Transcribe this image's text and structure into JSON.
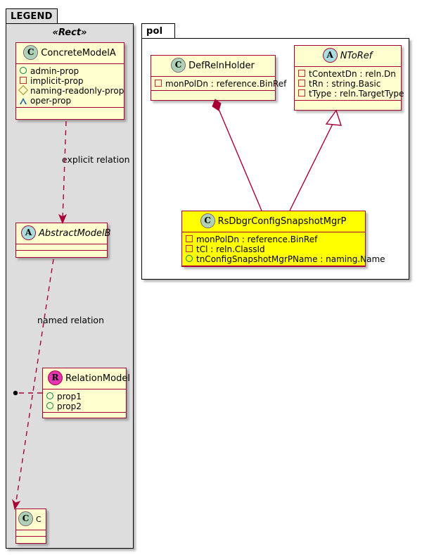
{
  "diagram": {
    "type": "uml-class-diagram",
    "colors": {
      "class_border": "#A80036",
      "class_fill": "#FEFECE",
      "highlight_fill": "#FFFF00",
      "package_fill_legend": "#DDDDDD",
      "package_fill_pol": "#FFFFFF",
      "package_border": "#000000",
      "link": "#A80036",
      "badge_class": "#ADD1B2",
      "badge_abstract": "#A9DCDF",
      "badge_relation": "#E335B6",
      "marker_admin": "#038048",
      "marker_implicit": "#C82930",
      "marker_naming": "#B38D22",
      "marker_oper": "#1963A0"
    }
  },
  "packages": [
    {
      "id": "legend",
      "name": "LEGEND"
    },
    {
      "id": "pol",
      "name": "pol"
    }
  ],
  "legend": {
    "name": "LEGEND",
    "stereotype": "«Rect»",
    "classes": [
      {
        "id": "ConcreteModelA",
        "name": "ConcreteModelA",
        "badge": "C",
        "badge_kind": "class",
        "italic": false,
        "attributes": [
          {
            "marker": "circle",
            "marker_name": "admin-prop-marker",
            "text": "admin-prop"
          },
          {
            "marker": "square",
            "marker_name": "implicit-prop-marker",
            "text": "implicit-prop"
          },
          {
            "marker": "diamond",
            "marker_name": "naming-readonly-prop-marker",
            "text": "naming-readonly-prop"
          },
          {
            "marker": "triangle",
            "marker_name": "oper-prop-marker",
            "text": "oper-prop"
          }
        ]
      },
      {
        "id": "AbstractModelB",
        "name": "AbstractModelB",
        "badge": "A",
        "badge_kind": "abstract",
        "italic": true,
        "attributes": []
      },
      {
        "id": "RelationModel",
        "name": "RelationModel",
        "badge": "R",
        "badge_kind": "relation",
        "italic": false,
        "attributes": [
          {
            "marker": "circle",
            "marker_name": "prop1-marker",
            "text": "prop1"
          },
          {
            "marker": "circle",
            "marker_name": "prop2-marker",
            "text": "prop2"
          }
        ]
      },
      {
        "id": "C",
        "name": "C",
        "badge": "C",
        "badge_kind": "class",
        "italic": false,
        "attributes": []
      }
    ],
    "edges": [
      {
        "id": "explicit",
        "label": "explicit relation",
        "from": "ConcreteModelA",
        "to": "AbstractModelB",
        "style": "dashed",
        "arrow": "open"
      },
      {
        "id": "named",
        "label": "named relation",
        "from": "AbstractModelB",
        "to": "C",
        "style": "dashed",
        "arrow": "open"
      },
      {
        "id": "relmodel",
        "label": "",
        "from": "RelationModel",
        "to": "named",
        "style": "dashed",
        "arrow": "dot"
      }
    ]
  },
  "pol": {
    "name": "pol",
    "classes": [
      {
        "id": "DefRelnHolder",
        "name": "DefRelnHolder",
        "badge": "C",
        "badge_kind": "class",
        "italic": false,
        "highlight": false,
        "attributes": [
          {
            "marker": "square",
            "marker_name": "monPolDn-marker",
            "text": "monPolDn : reference.BinRef"
          }
        ]
      },
      {
        "id": "NToRef",
        "name": "NToRef",
        "badge": "A",
        "badge_kind": "abstract",
        "italic": true,
        "highlight": false,
        "attributes": [
          {
            "marker": "square",
            "marker_name": "tContextDn-marker",
            "text": "tContextDn : reln.Dn"
          },
          {
            "marker": "square",
            "marker_name": "tRn-marker",
            "text": "tRn : string.Basic"
          },
          {
            "marker": "square",
            "marker_name": "tType-marker",
            "text": "tType : reln.TargetType"
          }
        ]
      },
      {
        "id": "RsDbgrConfigSnapshotMgrP",
        "name": "RsDbgrConfigSnapshotMgrP",
        "badge": "C",
        "badge_kind": "class",
        "italic": false,
        "highlight": true,
        "attributes": [
          {
            "marker": "square",
            "marker_name": "monPolDn-marker",
            "text": "monPolDn : reference.BinRef"
          },
          {
            "marker": "square",
            "marker_name": "tCl-marker",
            "text": "tCl : reln.ClassId"
          },
          {
            "marker": "circle",
            "marker_name": "tnConfigSnapshotMgrPName-marker",
            "text": "tnConfigSnapshotMgrPName : naming.Name"
          }
        ]
      }
    ],
    "edges": [
      {
        "id": "composition",
        "from": "DefRelnHolder",
        "to": "RsDbgrConfigSnapshotMgrP",
        "style": "solid",
        "arrow": "filled-diamond"
      },
      {
        "id": "generalization",
        "from": "RsDbgrConfigSnapshotMgrP",
        "to": "NToRef",
        "style": "solid",
        "arrow": "hollow-triangle"
      }
    ]
  }
}
